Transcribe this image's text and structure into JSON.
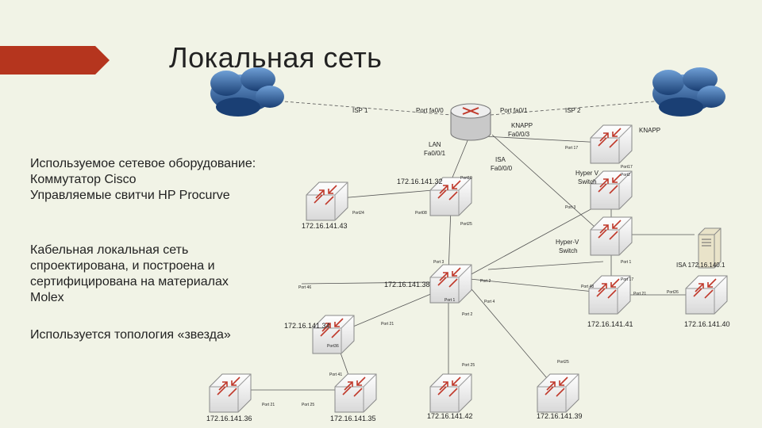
{
  "title": "Локальная сеть",
  "text": {
    "equipment_heading": "Используемое сетевое оборудование:",
    "equipment_line1": "Коммутатор Cisco",
    "equipment_line2": "Управляемые свитчи HP Procurve",
    "cabling_line1": "Кабельная локальная сеть",
    "cabling_line2": "спроектирована, и построена и",
    "cabling_line3": "сертифицирована на материалах",
    "cabling_line4": "Molex",
    "topology": "Используется топология «звезда»"
  },
  "diagram": {
    "link_labels": {
      "isp1": "ISP 1",
      "port_fa00": "Port fa0/0",
      "port_fa01": "Port fa0/1",
      "isp2": "ISP 2",
      "knapp_fa03_line1": "KNAPP",
      "knapp_fa03_line2": "Fa0/0/3",
      "knapp": "KNAPP",
      "lan_line1": "LAN",
      "lan_line2": "Fa0/0/1",
      "isa_line1": "ISA",
      "isa_line2": "Fa0/0/0",
      "hyperv1_line1": "Hyper V",
      "hyperv1_line2": "Switch",
      "hyperv2_line1": "Hyper-V",
      "hyperv2_line2": "Switch",
      "isa_server": "ISA 172.16.140.1"
    },
    "ports": {
      "p_a": "Port 17",
      "p_b": "Port17",
      "p_c": "Port2",
      "p_d": "Port10",
      "p_e": "Port24",
      "p_f": "Port08",
      "p_g": "Port25",
      "p_h": "Port 3",
      "p_i": "Port 1",
      "p_j": "Port 3",
      "p_k": "Port 4",
      "p_l": "Port 2",
      "p_m": "Port 1",
      "p_n": "Port 17",
      "p_o": "Port 48",
      "p_p": "Port 21",
      "p_q": "Port26",
      "p_r": "Port 21",
      "p_s": "Port36",
      "p_t": "Port 41",
      "p_u": "Port 25",
      "p_v": "Port 21",
      "p_w": "Port 25",
      "p_x": "Port 46"
    },
    "ip_labels": {
      "sw_32": "172.16.141.32",
      "sw_43": "172.16.141.43",
      "sw_38": "172.16.141.38",
      "sw_34": "172.16.141.34",
      "sw_41": "172.16.141.41",
      "sw_40": "172.16.141.40",
      "sw_36": "172.16.141.36",
      "sw_35": "172.16.141.35",
      "sw_42": "172.16.141.42",
      "sw_39": "172.16.141.39"
    }
  }
}
